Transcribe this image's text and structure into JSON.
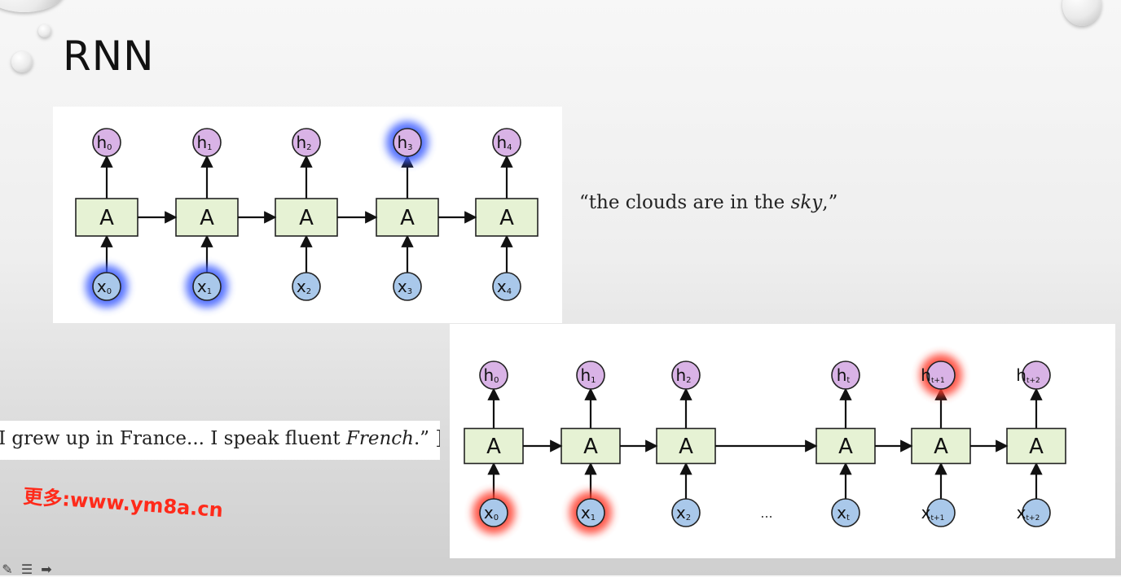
{
  "slide": {
    "title": "RNN"
  },
  "diagram_top": {
    "cell_label": "A",
    "outputs": [
      "h",
      "h",
      "h",
      "h",
      "h"
    ],
    "output_subscripts": [
      "0",
      "1",
      "2",
      "3",
      "4"
    ],
    "inputs": [
      "x",
      "x",
      "x",
      "x",
      "x"
    ],
    "input_subscripts": [
      "0",
      "1",
      "2",
      "3",
      "4"
    ],
    "highlighted_inputs": [
      0,
      1
    ],
    "highlighted_outputs": [
      3
    ],
    "highlight_color": "#3a5cff"
  },
  "diagram_bottom": {
    "cell_label": "A",
    "outputs": [
      "h",
      "h",
      "h",
      "h",
      "h",
      "h"
    ],
    "output_subscripts": [
      "0",
      "1",
      "2",
      "t",
      "t+1",
      "t+2"
    ],
    "inputs": [
      "x",
      "x",
      "x",
      "x",
      "x",
      "x"
    ],
    "input_subscripts": [
      "0",
      "1",
      "2",
      "t",
      "t+1",
      "t+2"
    ],
    "ellipsis": "...",
    "highlighted_inputs": [
      0,
      1
    ],
    "highlighted_outputs": [
      4
    ],
    "highlight_color": "#ff3b2a"
  },
  "quote_top": {
    "open": "“the clouds are in the ",
    "emph": "sky",
    "close": ",”"
  },
  "quote_bottom": {
    "open": "I grew up in France... I speak fluent ",
    "emph": "French",
    "close": ".” ]"
  },
  "watermark": "更多:www.ym8a.cn",
  "colors": {
    "cell_fill": "#e6f2d4",
    "cell_stroke": "#222222",
    "output_fill": "#d9b3e6",
    "input_fill": "#a9c8ea",
    "panel_bg": "#ffffff"
  }
}
